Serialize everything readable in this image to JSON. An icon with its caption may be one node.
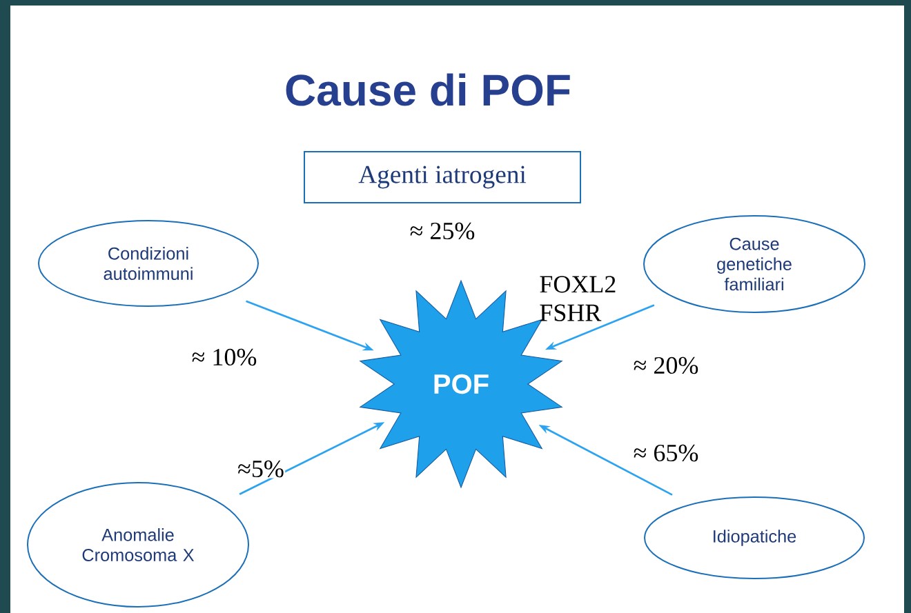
{
  "diagram": {
    "title": "Cause di POF",
    "nodes": [
      {
        "text": [
          "Agenti iatrogeni"
        ],
        "beside": [
          "≈ 25%"
        ]
      },
      {
        "text": [
          "Condizioni autoimmuni"
        ]
      },
      {
        "text": [
          "Cause genetiche familiari"
        ]
      },
      {
        "text": [
          "POF"
        ]
      },
      {
        "text": [
          "Anomalie Cromosoma X"
        ]
      },
      {
        "text": [
          "Idiopatiche"
        ]
      }
    ],
    "edges": [
      {
        "from": 1,
        "to": 3,
        "arrow": "to",
        "label": "≈ 10%"
      },
      {
        "from": 2,
        "to": 3,
        "arrow": "to",
        "label": "≈ 20%"
      },
      {
        "from": 4,
        "to": 3,
        "arrow": "to",
        "label": "≈5%"
      },
      {
        "from": 5,
        "to": 3,
        "arrow": "to",
        "label": "≈ 65%"
      }
    ],
    "labels": [
      "FOXL2 FSHR"
    ]
  }
}
